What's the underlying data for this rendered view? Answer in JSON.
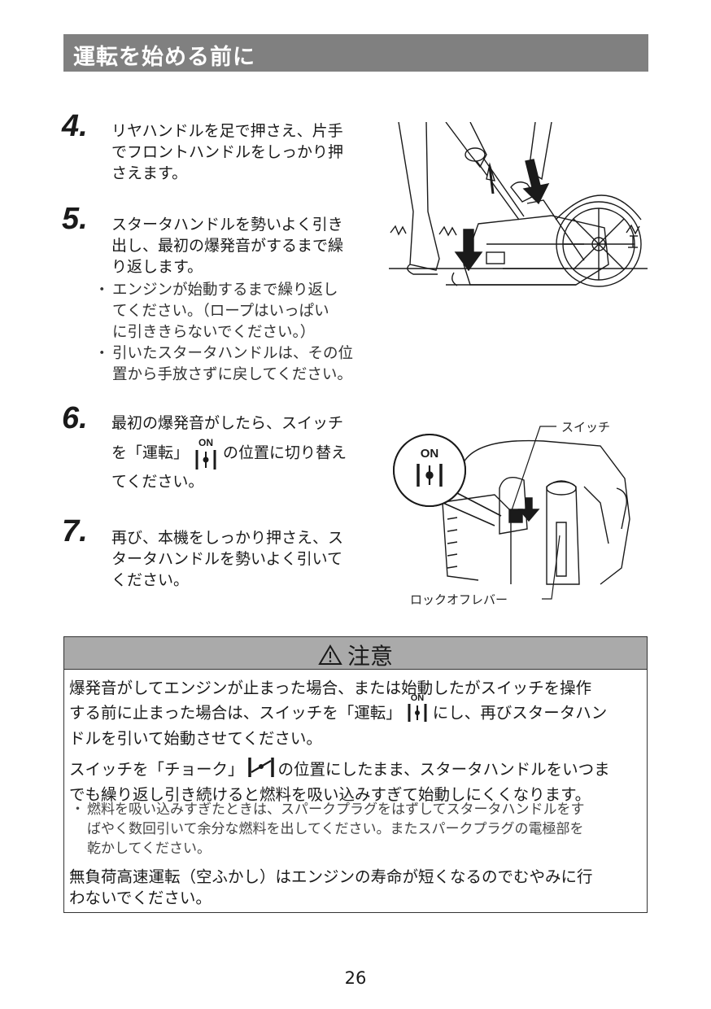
{
  "header": {
    "title": "運転を始める前に"
  },
  "steps": {
    "s4": {
      "num": "4.",
      "lines": [
        "リヤハンドルを足で押さえ、片手",
        "でフロントハンドルをしっかり押",
        "さえます。"
      ]
    },
    "s5": {
      "num": "5.",
      "lines": [
        "スタータハンドルを勢いよく引き",
        "出し、最初の爆発音がするまで繰",
        "り返します。"
      ],
      "notes": [
        {
          "bullet": "・",
          "lines": [
            "エンジンが始動するまで繰り返し",
            "てください。（ロープはいっぱい",
            "に引ききらないでください。）"
          ]
        },
        {
          "bullet": "・",
          "lines": [
            "引いたスタータハンドルは、その位",
            "置から手放さずに戻してください。"
          ]
        }
      ]
    },
    "s6": {
      "num": "6.",
      "line1": "最初の爆発音がしたら、スイッチ",
      "line2_pre": "を「運転」",
      "line2_post": "の位置に切り替え",
      "line3": "てください。"
    },
    "s7": {
      "num": "7.",
      "lines": [
        "再び、本機をしっかり押さえ、ス",
        "タータハンドルを勢いよく引いて",
        "ください。"
      ]
    }
  },
  "figure2": {
    "switch_label": "スイッチ",
    "lever_label": "ロックオフレバー",
    "on_badge": "ON"
  },
  "on_symbol": {
    "text": "ON"
  },
  "caution": {
    "title": "注意",
    "p1_l1": "爆発音がしてエンジンが止まった場合、または始動したがスイッチを操作",
    "p1_l2_pre": "する前に止まった場合は、スイッチを「運転」",
    "p1_l2_post": "にし、再びスタータハン",
    "p1_l3": "ドルを引いて始動させてください。",
    "p2_l1_pre": "スイッチを「チョーク」",
    "p2_l1_post": "の位置にしたまま、スタータハンドルをいつま",
    "p2_l2": "でも繰り返し引き続けると燃料を吸い込みすぎて始動しにくくなります。",
    "note_bullet": "・",
    "note_lines": [
      "燃料を吸い込みすぎたときは、スパークプラグをはずしてスタータハンドルをす",
      "ばやく数回引いて余分な燃料を出してください。またスパークプラグの電極部を",
      "乾かしてください。"
    ],
    "p3_l1": "無負荷高速運転（空ふかし）はエンジンの寿命が短くなるのでむやみに行",
    "p3_l2": "わないでください。"
  },
  "page": {
    "number": "26"
  }
}
